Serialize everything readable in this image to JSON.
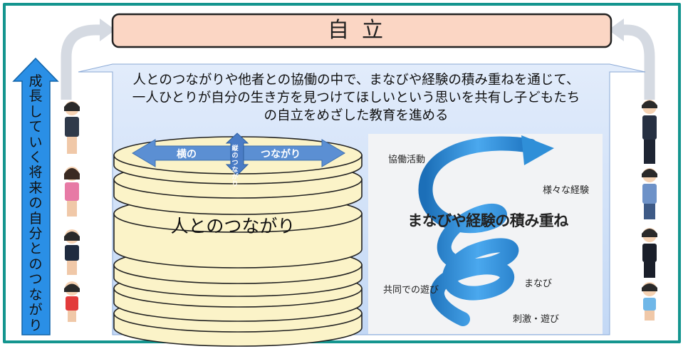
{
  "header": {
    "title": "自立"
  },
  "intro": {
    "lines": [
      "人とのつながりや他者との協働の中で、まなびや経験の積み重ねを通じて、",
      "一人ひとりが自分の生き方を見つけてほしいという思いを共有し子どもたち",
      "の自立をめざした教育を進める"
    ]
  },
  "side_arrow": {
    "label": "成長していく将来の自分とのつながり",
    "chars": [
      "成",
      "長",
      "し",
      "て",
      "い",
      "く",
      "将",
      "来",
      "の",
      "自",
      "分",
      "と",
      "の",
      "つ",
      "な",
      "が",
      "り"
    ]
  },
  "stack": {
    "label": "人とのつながり",
    "horizontal": "横の",
    "horizontal2": "つながり",
    "vertical_chars": [
      "縦",
      "の",
      "つ",
      "な",
      "が",
      "り"
    ]
  },
  "spiral": {
    "title": "まなびや経験の積み重ね",
    "labels": {
      "kyodo": "協働活動",
      "samazama": "様々な経験",
      "kyodo_asobi": "共同での遊び",
      "manabi": "まなび",
      "shigeki": "刺激・遊び"
    }
  },
  "colors": {
    "frame": "#14958f",
    "title_box_fill": "#fbd6c4",
    "panel_fill": "#c8dcf6",
    "side_arrow": "#2a8fe6",
    "spiral": "#2f8fd8"
  }
}
